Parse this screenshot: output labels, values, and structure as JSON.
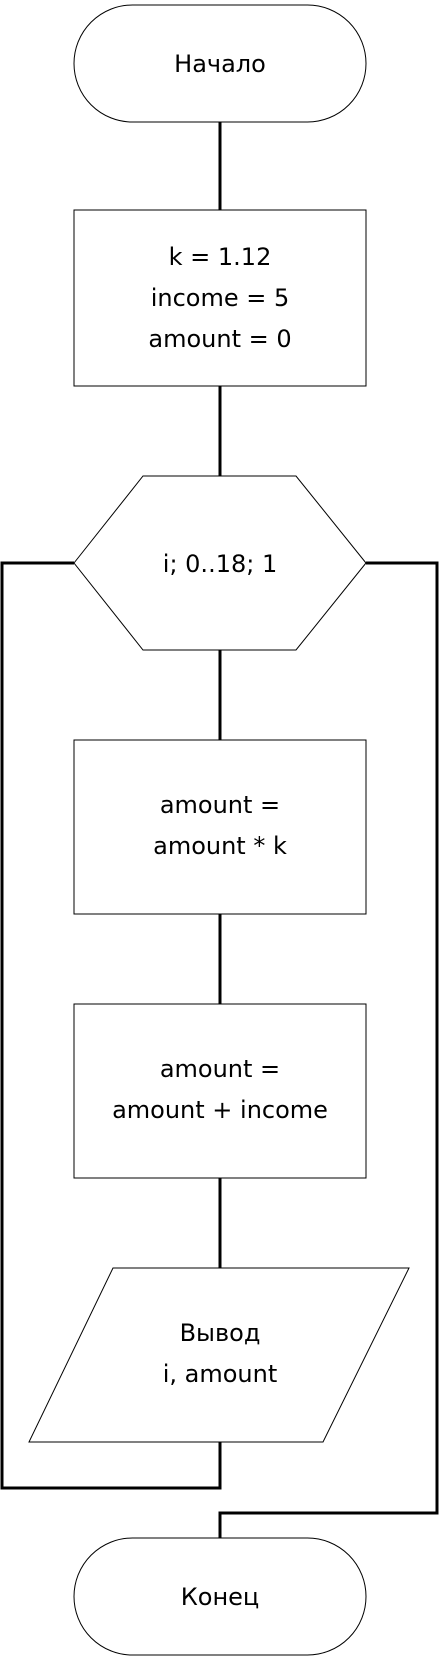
{
  "diagram": {
    "type": "flowchart",
    "colors": {
      "stroke": "#000000",
      "fill": "#ffffff",
      "text": "#000000"
    },
    "nodes": {
      "start": {
        "shape": "terminator",
        "lines": [
          "Начало"
        ]
      },
      "init": {
        "shape": "process",
        "lines": [
          "k = 1.12",
          "income = 5",
          "amount = 0"
        ]
      },
      "loop": {
        "shape": "loop-hexagon",
        "lines": [
          "i; 0..18; 1"
        ]
      },
      "multiply": {
        "shape": "process",
        "lines": [
          "amount =",
          "amount * k"
        ]
      },
      "add": {
        "shape": "process",
        "lines": [
          "amount =",
          "amount + income"
        ]
      },
      "output": {
        "shape": "input-output",
        "lines": [
          "Вывод",
          "i, amount"
        ]
      },
      "end": {
        "shape": "terminator",
        "lines": [
          "Конец"
        ]
      }
    },
    "edges": [
      {
        "from": "start",
        "to": "init"
      },
      {
        "from": "init",
        "to": "loop"
      },
      {
        "from": "loop",
        "to": "multiply"
      },
      {
        "from": "multiply",
        "to": "add"
      },
      {
        "from": "add",
        "to": "output"
      },
      {
        "from": "output",
        "to": "loop",
        "kind": "loop-back"
      },
      {
        "from": "loop",
        "to": "end",
        "kind": "loop-exit"
      }
    ]
  }
}
